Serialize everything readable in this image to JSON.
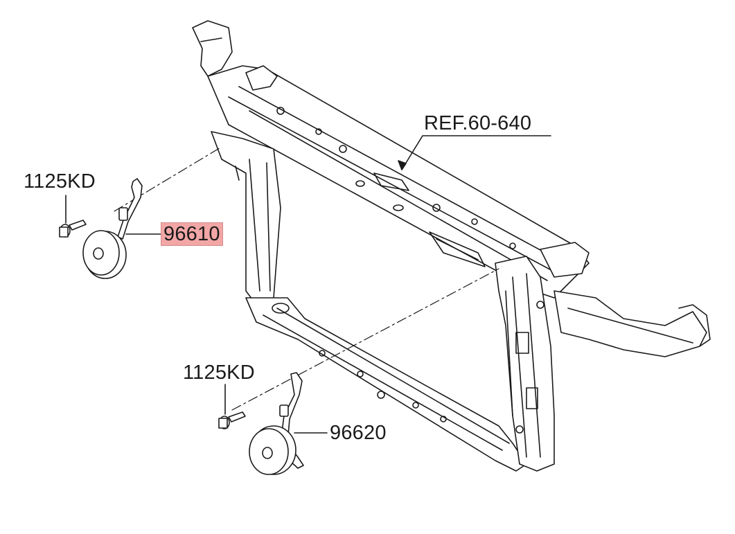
{
  "labels": {
    "ref": "REF.60-640",
    "bolt_upper": "1125KD",
    "horn_high": "96610",
    "bolt_lower": "1125KD",
    "horn_low": "96620"
  },
  "highlight_color": "#f2a6a6",
  "line_color": "#1a1a1a"
}
